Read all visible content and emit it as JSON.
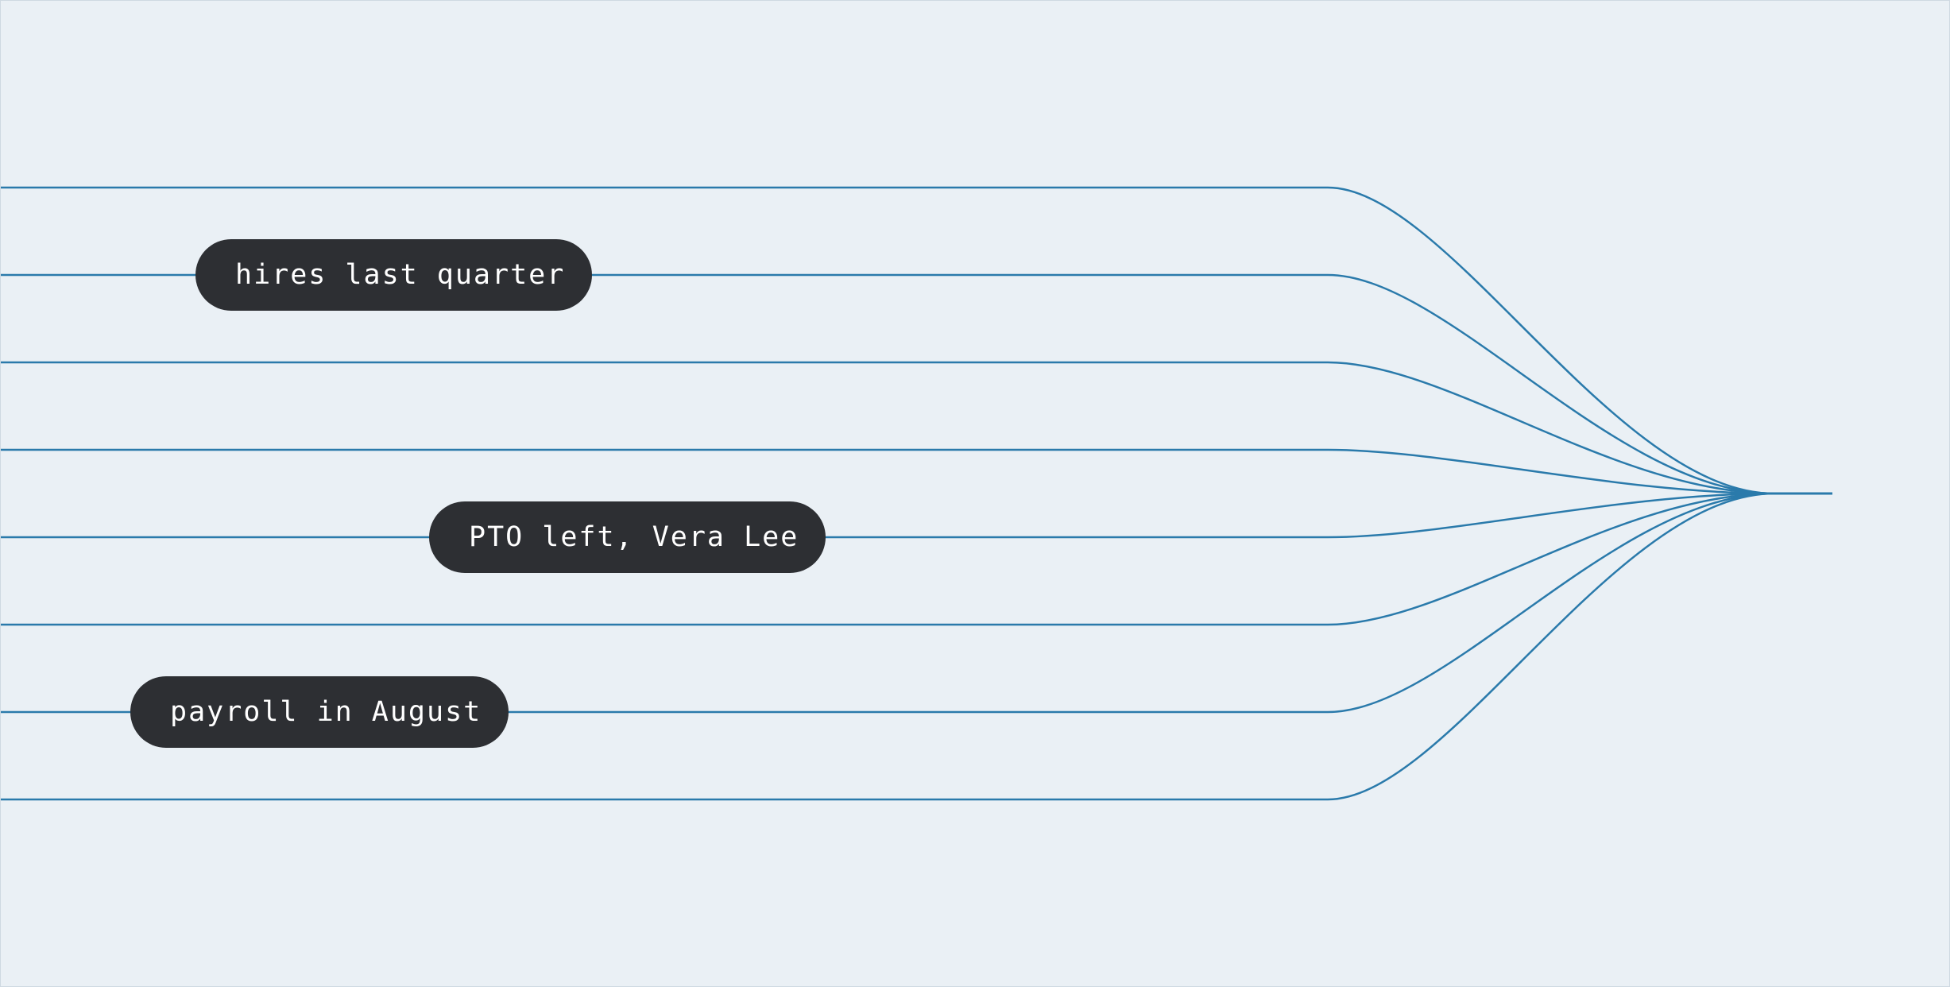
{
  "diagram": {
    "line_color": "#2a7aab",
    "background": "#eaf0f5",
    "label_background": "#2d2f33",
    "label_text_color": "#ffffff",
    "line_count": 8,
    "labels": [
      {
        "text": "hires last quarter",
        "line": 2
      },
      {
        "text": "PTO left, Vera Lee",
        "line": 5
      },
      {
        "text": "payroll in August",
        "line": 7
      }
    ]
  }
}
